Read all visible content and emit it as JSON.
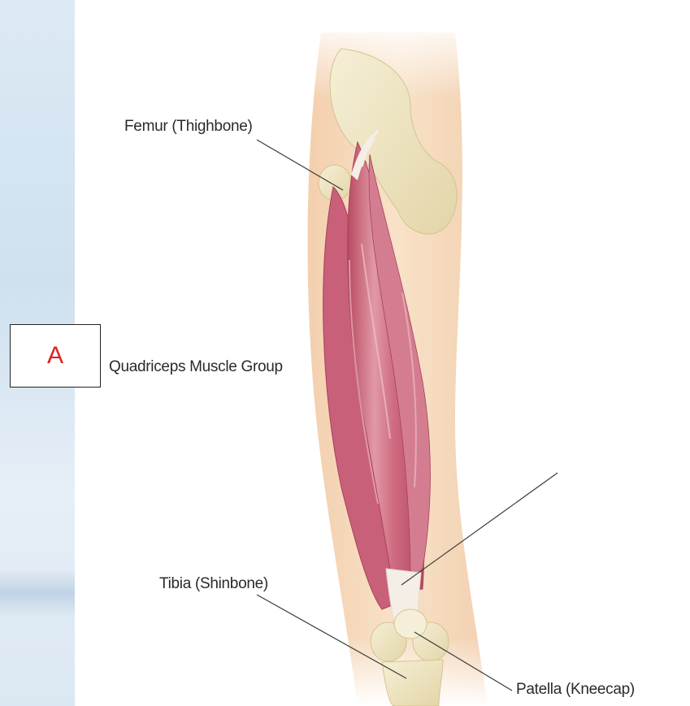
{
  "labels": {
    "femur": "Femur (Thighbone)",
    "quadriceps": "Quadriceps Muscle Group",
    "tibia": "Tibia (Shinbone)",
    "patella": "Patella (Kneecap)"
  },
  "marker": {
    "letter": "A",
    "color": "#e02020"
  },
  "colors": {
    "skin": "#f6dcc0",
    "bone": "#efe6c4",
    "muscle": "#cf6b7e",
    "tendon": "#f4eee6",
    "leader_line": "#3a3a3a"
  }
}
